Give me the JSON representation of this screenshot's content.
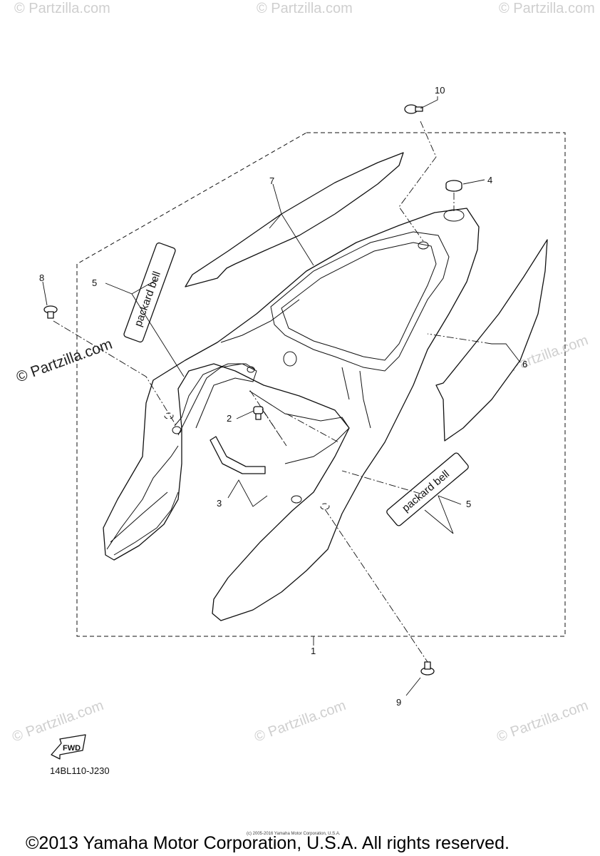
{
  "callouts": {
    "c1": "1",
    "c2": "2",
    "c3": "3",
    "c4": "4",
    "c5a": "5",
    "c5b": "5",
    "c6": "6",
    "c7": "7",
    "c8": "8",
    "c9": "9",
    "c10": "10"
  },
  "decal_text": "packard bell",
  "fwd_label": "FWD",
  "diagram_code": "14BL110-J230",
  "copyright": "©2013 Yamaha Motor Corporation, U.S.A. All rights reserved.",
  "copyright_small": "(c) 2005-2016 Yamaha Motor Corporation, U.S.A.",
  "watermark_text": "© Partzilla.com",
  "watermark_small": "© Partzilla.com"
}
